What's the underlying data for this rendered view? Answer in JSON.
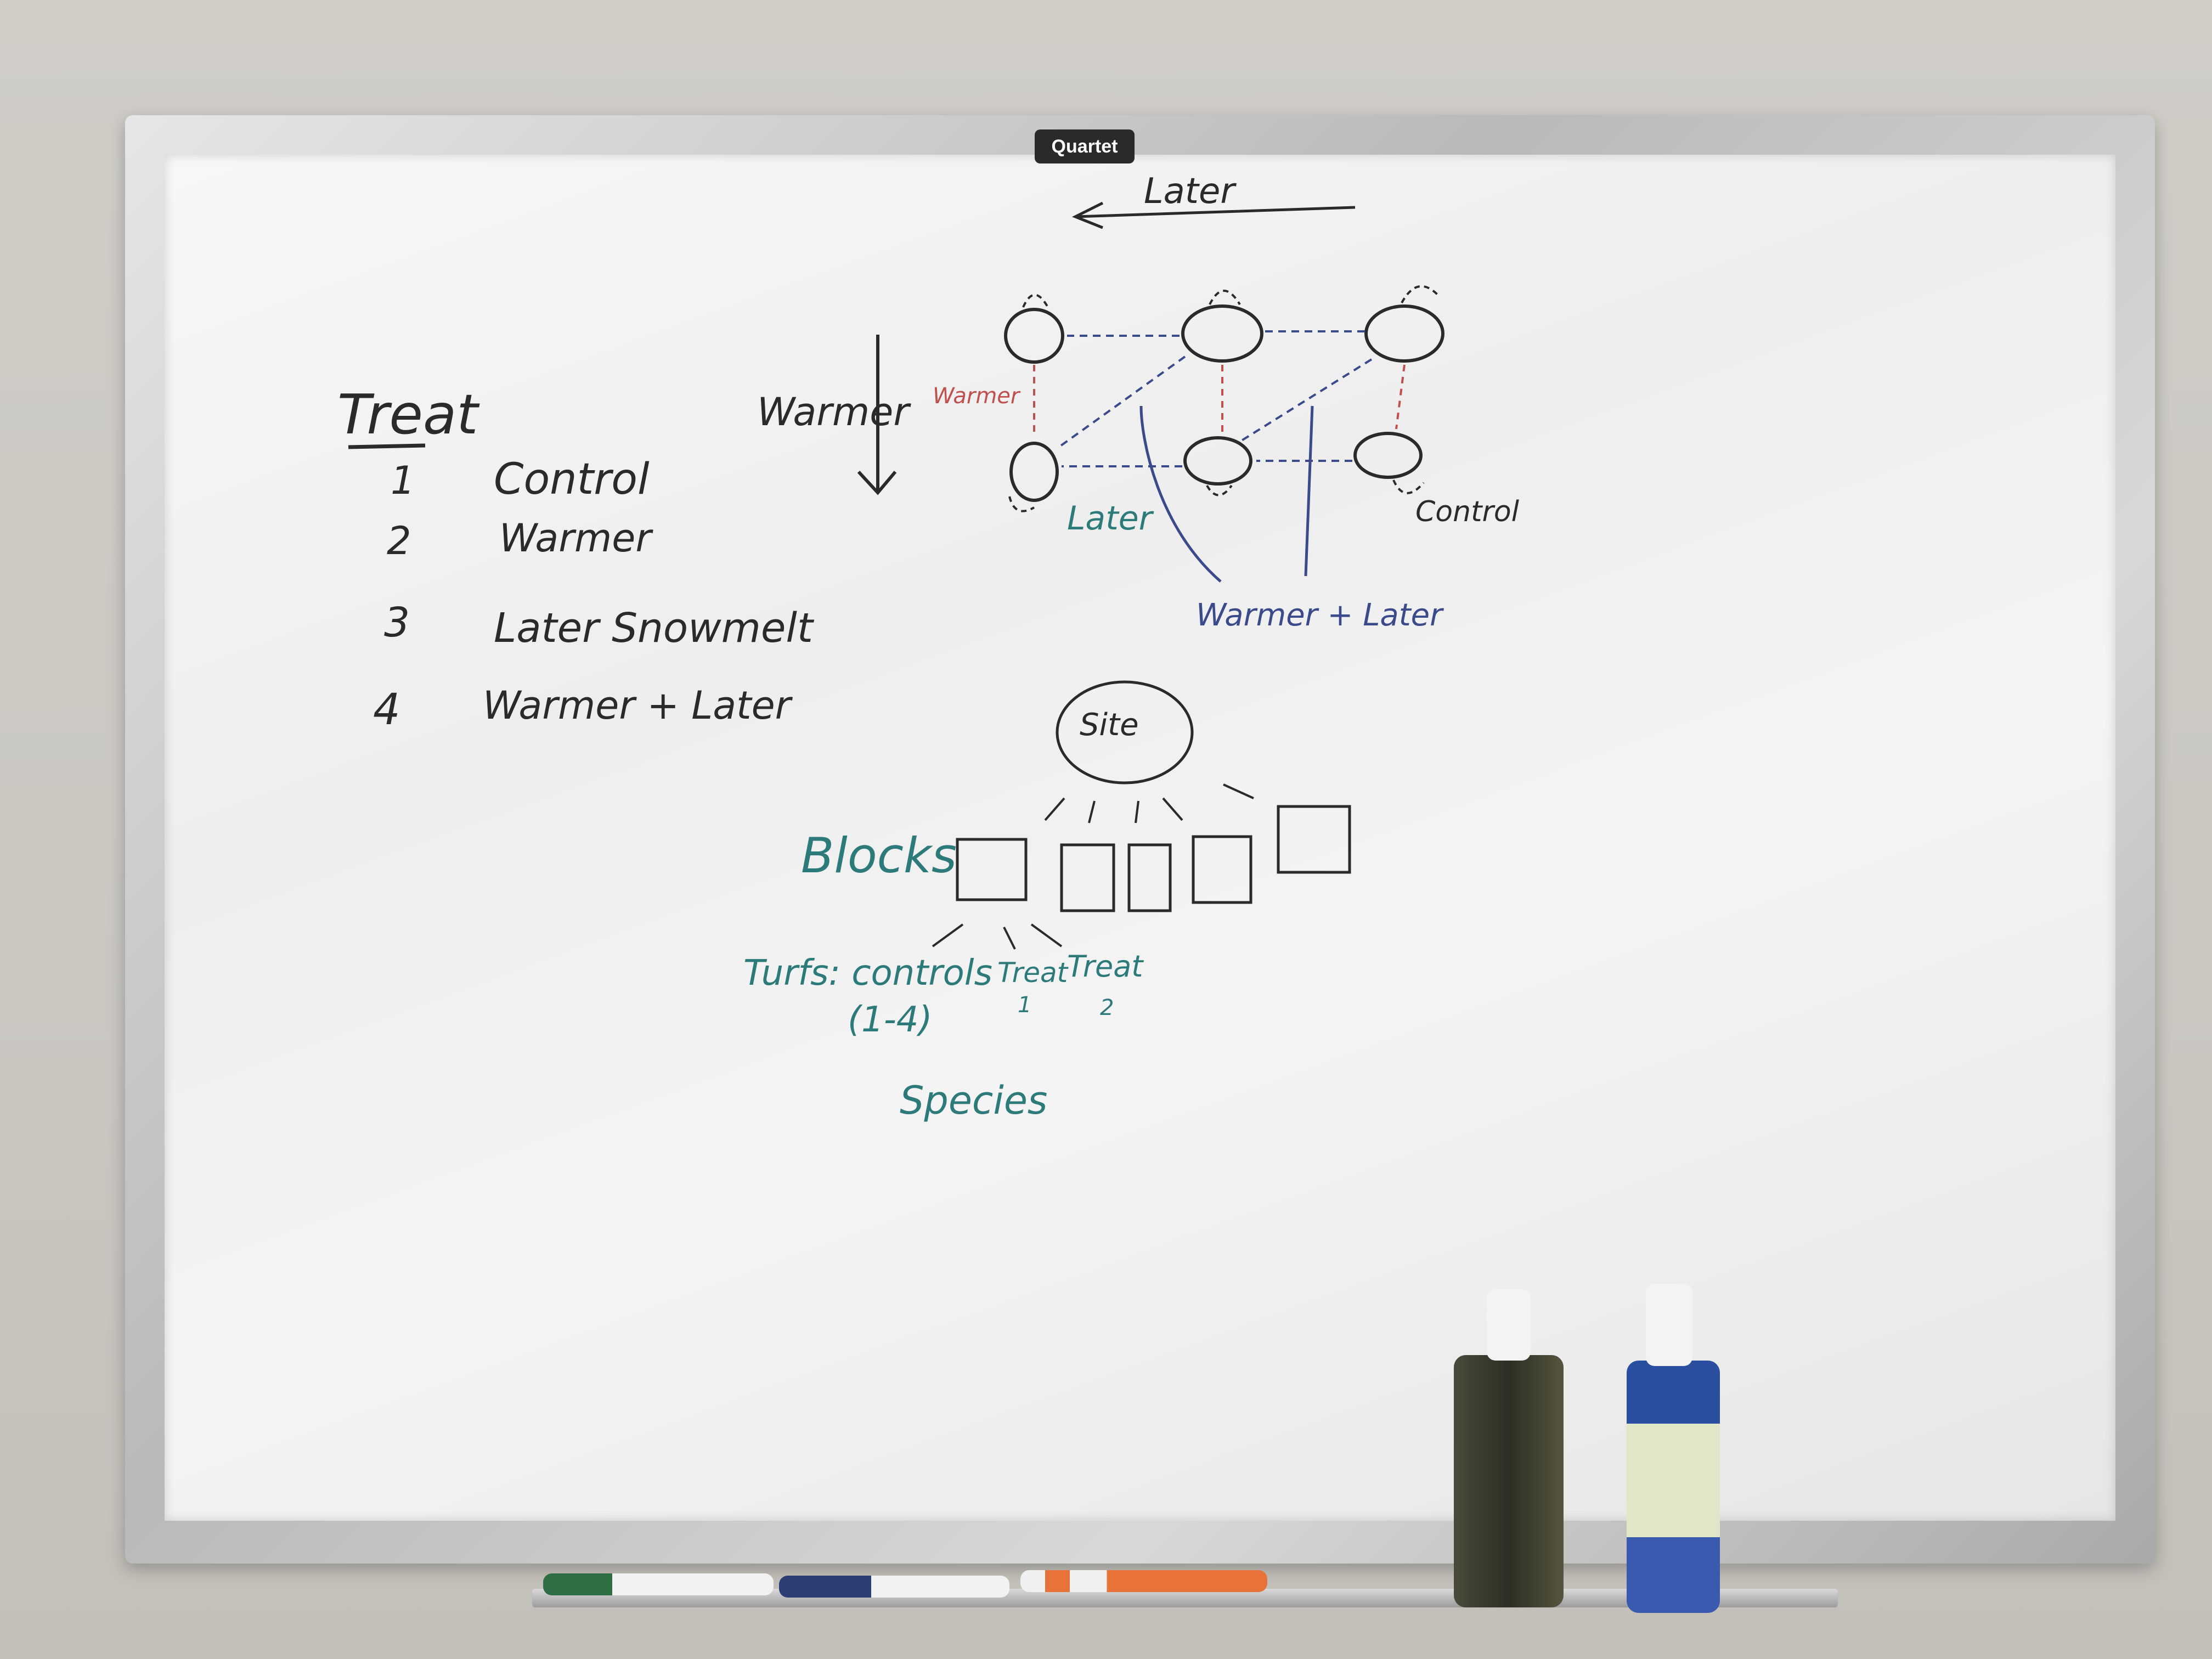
{
  "brand": {
    "logo_text": "Quartet"
  },
  "treatments": {
    "heading": "Treat",
    "items": [
      {
        "num": "1",
        "label": "Control"
      },
      {
        "num": "2",
        "label": "Warmer"
      },
      {
        "num": "3",
        "label": "Later Snowmelt"
      },
      {
        "num": "4",
        "label": "Warmer + Later"
      }
    ]
  },
  "network": {
    "top_arrow_label": "Later",
    "side_arrow_label": "Warmer",
    "red_label": "Warmer",
    "node_label_later": "Later",
    "node_label_control": "Control",
    "bottom_label": "Warmer + Later"
  },
  "hierarchy": {
    "site": "Site",
    "blocks": "Blocks",
    "turfs": "Turfs: controls",
    "turfs_range": "(1-4)",
    "treat1": "Treat",
    "treat1_num": "1",
    "treat2": "Treat",
    "treat2_num": "2",
    "species": "Species"
  },
  "colors": {
    "black_ink": "#2a2a2a",
    "teal_ink": "#2d7a7a",
    "blue_ink": "#3a4a8a",
    "red_ink": "#c0504d"
  }
}
